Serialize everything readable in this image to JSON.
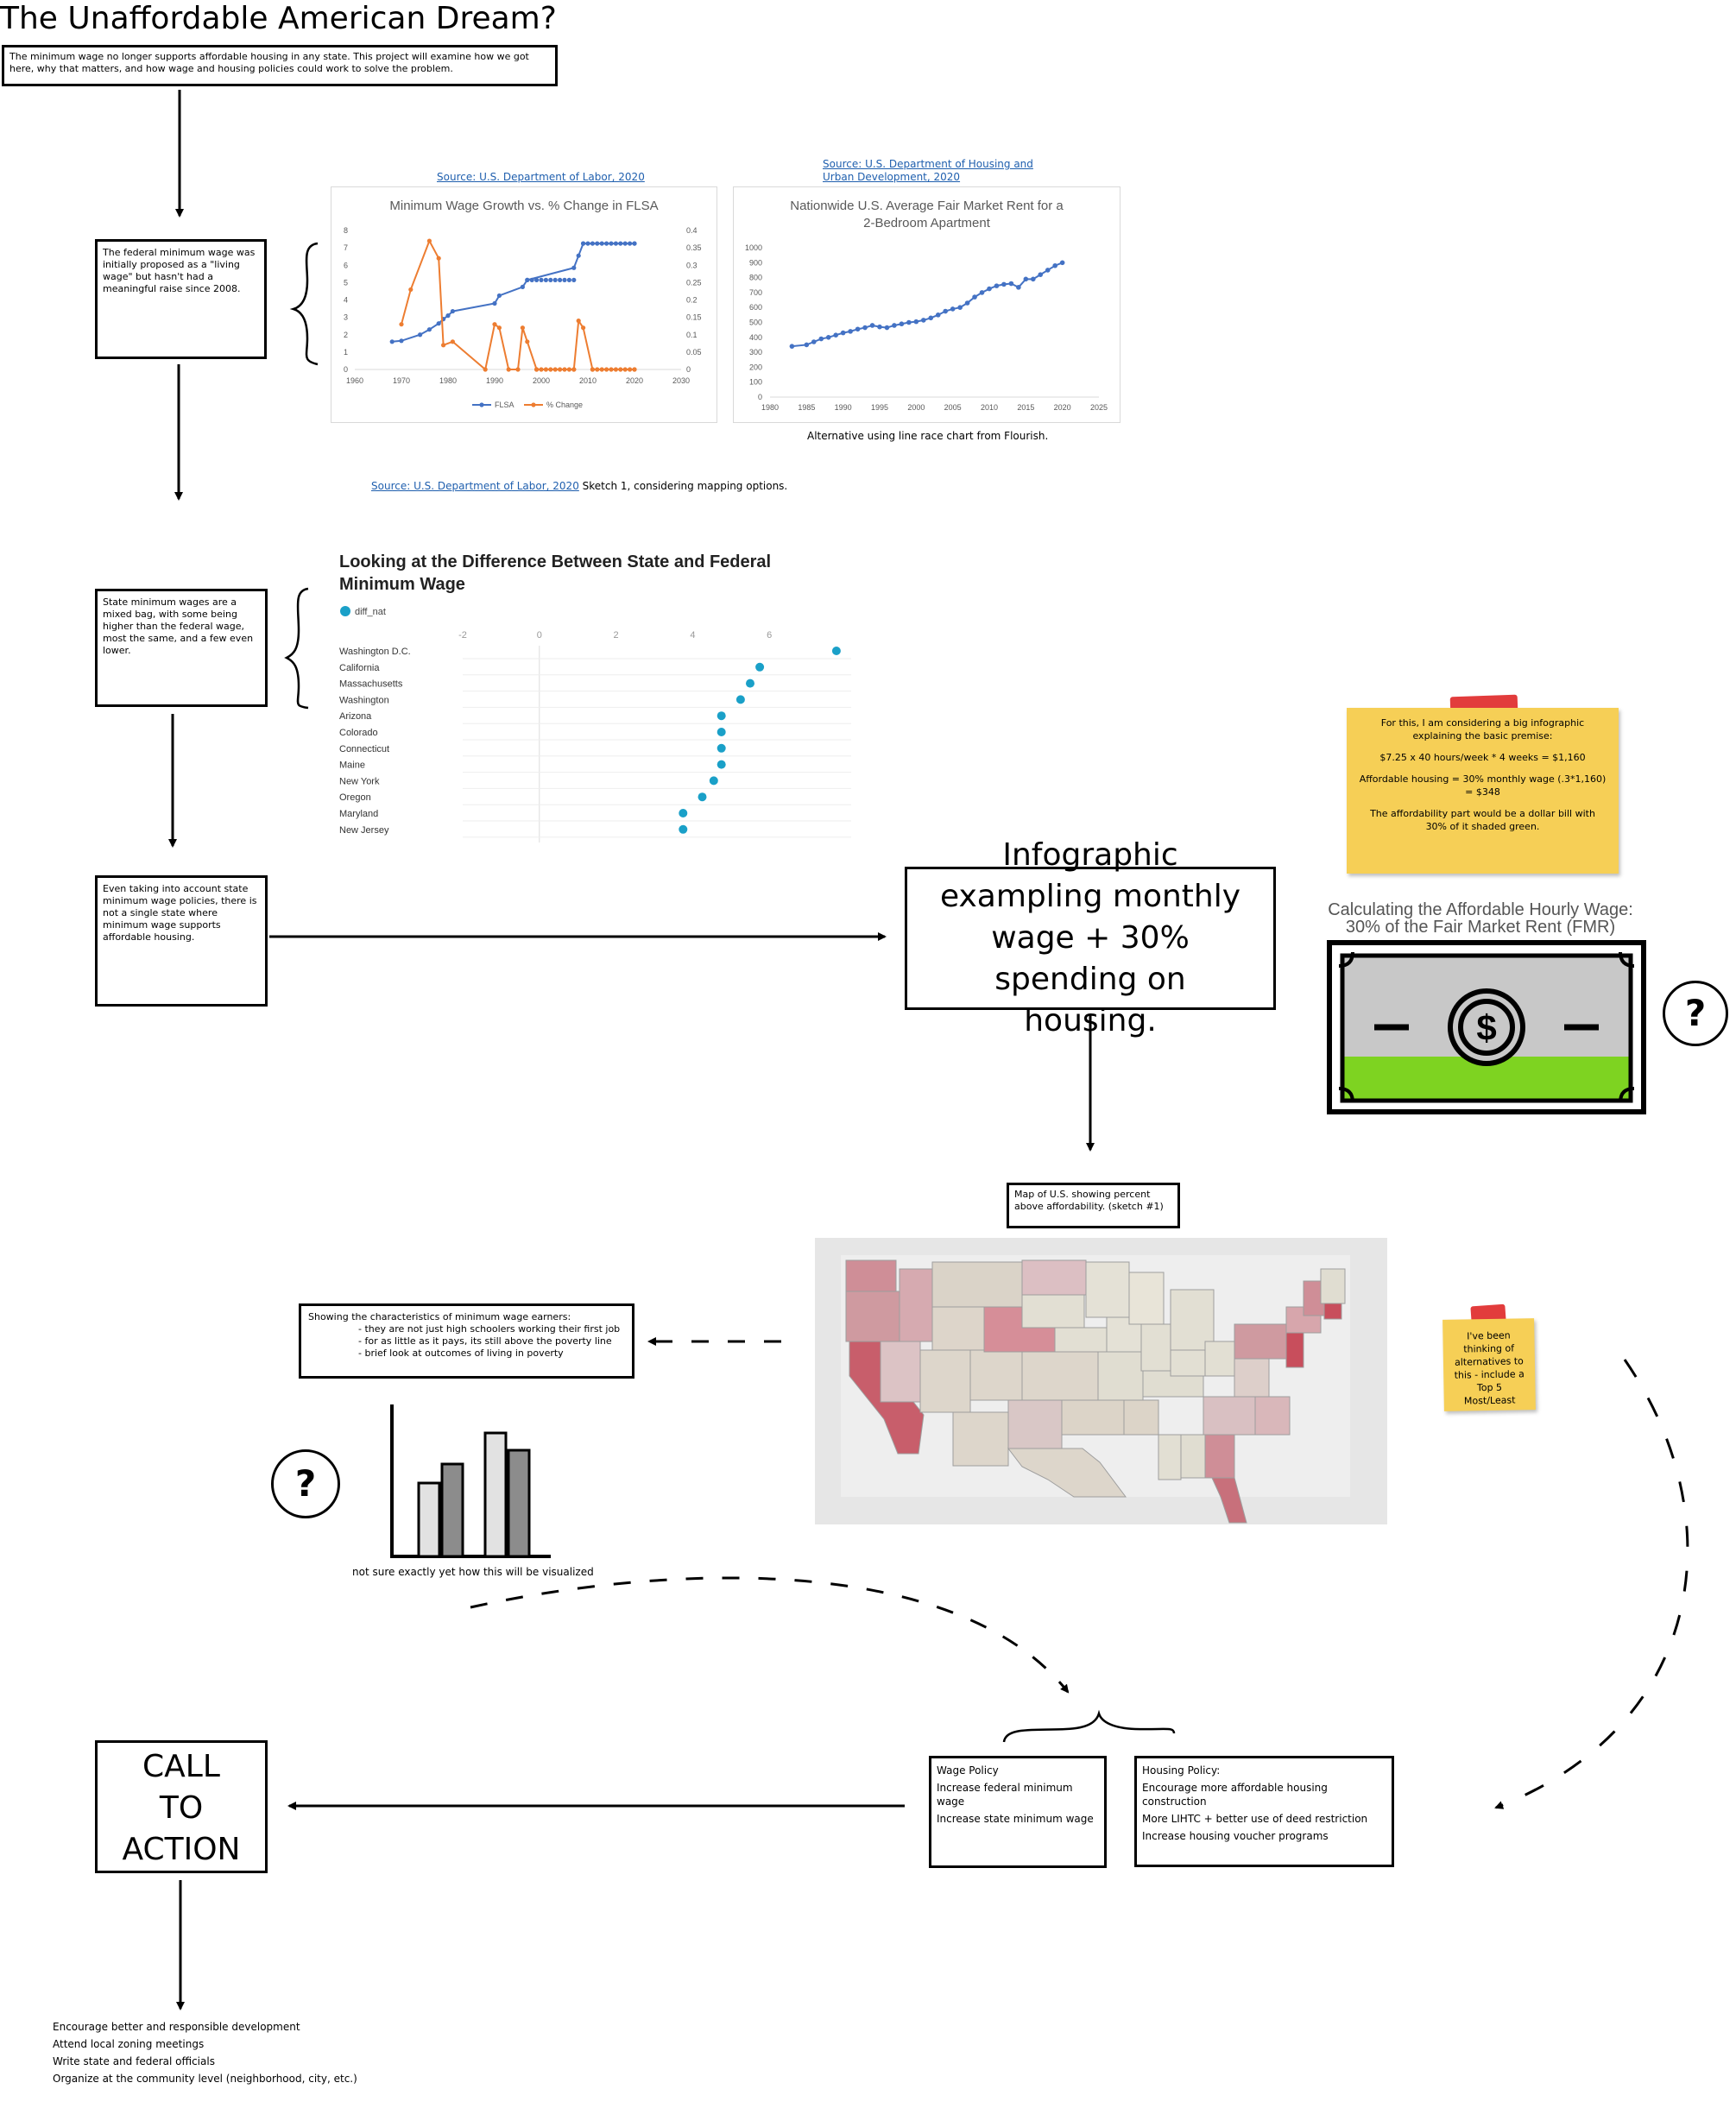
{
  "title": "The Unaffordable American Dream?",
  "intro": "The minimum wage no longer supports affordable housing in any state. This project will examine how we got here, why that matters, and how wage and housing policies could work to solve the problem.",
  "boxes": {
    "federal": "The federal minimum wage was initially proposed as a \"living wage\" but hasn't had a meaningful raise since 2008.",
    "state": "State minimum wages are a mixed bag, with some being higher than the federal wage, most the same, and a few even lower.",
    "even": "Even taking into account state minimum wage policies, there is not a single state where minimum wage supports affordable housing.",
    "infographic": "Infographic exampling monthly wage + 30% spending on housing.",
    "map_label": "Map of U.S. showing percent above affordability. (sketch #1)",
    "call_to_action": "CALL TO ACTION"
  },
  "links": {
    "labor_top": "Source: U.S. Department of Labor, 2020",
    "hud_line1": "Source: U.S. Department of Housing and",
    "hud_line2": "Urban Development, 2020",
    "labor_bottom": "Source: U.S. Department of Labor, 2020",
    "sketch_note": " Sketch 1, considering mapping options.",
    "flourish_note": "Alternative using line race chart from Flourish."
  },
  "sticky1": {
    "line1": "For this, I am considering a big infographic explaining the basic premise:",
    "line2": "$7.25 x 40 hours/week * 4 weeks = $1,160",
    "line3": "Affordable housing = 30% monthly wage (.3*1,160) = $348",
    "line4": "The affordability part would be a dollar bill with 30% of it shaded green."
  },
  "sticky2": "I've been thinking of alternatives to this - include a Top 5 Most/Least",
  "dollar": {
    "title_line1": "Calculating the Affordable Hourly Wage:",
    "title_line2": "30% of the Fair Market Rent (FMR)",
    "green": "#7ed321",
    "gray": "#c8c8c8"
  },
  "question_mark": "?",
  "characteristics": {
    "heading": "Showing the characteristics of minimum wage earners:",
    "items": [
      "- they are not just high schoolers working their first job",
      "- for as little as it pays, its still above the poverty line",
      "- brief look at outcomes of living in poverty"
    ]
  },
  "bar_sketch_note": "not sure exactly yet how this will be visualized",
  "wage_policy": {
    "heading": "Wage Policy",
    "items": [
      "Increase federal minimum wage",
      "Increase state minimum wage"
    ]
  },
  "housing_policy": {
    "heading": "Housing Policy:",
    "items": [
      "Encourage more affordable housing construction",
      "More LIHTC + better use of deed restriction",
      "Increase housing voucher programs"
    ]
  },
  "actions": [
    "Encourage better and responsible development",
    "Attend local zoning meetings",
    "Write state and federal officials",
    "Organize at the community level (neighborhood, city, etc.)"
  ],
  "colors": {
    "orange": "#ed7d31",
    "blue": "#4472c4",
    "teal": "#1aa0c8"
  },
  "chart_data": [
    {
      "type": "line",
      "title": "Minimum Wage Growth vs. % Change in FLSA",
      "xlim": [
        1960,
        2030
      ],
      "xticks": [
        1960,
        1970,
        1980,
        1990,
        2000,
        2010,
        2020,
        2030
      ],
      "ylim": [
        0,
        8
      ],
      "yticks": [
        0,
        1,
        2,
        3,
        4,
        5,
        6,
        7,
        8
      ],
      "y2lim": [
        0,
        0.4
      ],
      "y2ticks": [
        "0",
        "0.05",
        "0.1",
        "0.15",
        "0.2",
        "0.25",
        "0.3",
        "0.35",
        "0.4"
      ],
      "legend": "bottom",
      "series": [
        {
          "name": "FLSA",
          "axis": "left",
          "color": "#4472c4",
          "x": [
            1968,
            1970,
            1974,
            1976,
            1978,
            1979,
            1980,
            1981,
            1990,
            1991,
            1996,
            1997,
            2007,
            2008,
            2009,
            2020
          ],
          "y": [
            1.6,
            1.65,
            2.0,
            2.3,
            2.65,
            2.9,
            3.1,
            3.35,
            3.8,
            4.25,
            4.75,
            5.15,
            5.85,
            6.55,
            7.25,
            7.25
          ]
        },
        {
          "name": "% Change",
          "axis": "right",
          "color": "#ed7d31",
          "x": [
            1970,
            1972,
            1976,
            1978,
            1979,
            1981,
            1988,
            1990,
            1991,
            1993,
            1995,
            1996,
            1997,
            1999,
            2007,
            2008,
            2009,
            2011,
            2020
          ],
          "y": [
            0.13,
            0.23,
            0.37,
            0.32,
            0.07,
            0.08,
            0.0,
            0.13,
            0.12,
            0.0,
            0.0,
            0.12,
            0.08,
            0.0,
            0.0,
            0.14,
            0.12,
            0.0,
            0.0
          ]
        }
      ]
    },
    {
      "type": "line",
      "title": "Nationwide U.S. Average Fair Market Rent for a 2-Bedroom Apartment",
      "xlim": [
        1980,
        2025
      ],
      "xticks": [
        1980,
        1985,
        1990,
        1995,
        2000,
        2005,
        2010,
        2015,
        2020,
        2025
      ],
      "ylim": [
        0,
        1000
      ],
      "yticks": [
        0,
        100,
        200,
        300,
        400,
        500,
        600,
        700,
        800,
        900,
        1000
      ],
      "series": [
        {
          "name": "",
          "color": "#4472c4",
          "x": [
            1983,
            1985,
            1986,
            1987,
            1988,
            1989,
            1990,
            1991,
            1992,
            1993,
            1994,
            1995,
            1996,
            1997,
            1998,
            1999,
            2000,
            2001,
            2002,
            2003,
            2004,
            2005,
            2006,
            2007,
            2008,
            2009,
            2010,
            2011,
            2012,
            2013,
            2014,
            2015,
            2016,
            2017,
            2018,
            2019,
            2020
          ],
          "y": [
            340,
            350,
            370,
            390,
            400,
            415,
            430,
            440,
            455,
            465,
            480,
            470,
            465,
            480,
            490,
            500,
            505,
            515,
            530,
            550,
            575,
            590,
            600,
            630,
            670,
            700,
            725,
            745,
            755,
            760,
            735,
            790,
            790,
            820,
            850,
            880,
            900
          ]
        }
      ]
    },
    {
      "type": "scatter",
      "title": "Looking at the Difference Between State and Federal Minimum Wage",
      "legend": "diff_nat",
      "xlim": [
        -2,
        8
      ],
      "xticks": [
        -2,
        0,
        2,
        4,
        6
      ],
      "categories": [
        "Washington D.C.",
        "California",
        "Massachusetts",
        "Washington",
        "Arizona",
        "Colorado",
        "Connecticut",
        "Maine",
        "New York",
        "Oregon",
        "Maryland",
        "New Jersey"
      ],
      "values": [
        7.75,
        5.75,
        5.5,
        5.25,
        4.75,
        4.75,
        4.75,
        4.75,
        4.55,
        4.25,
        3.75,
        3.75
      ]
    }
  ]
}
